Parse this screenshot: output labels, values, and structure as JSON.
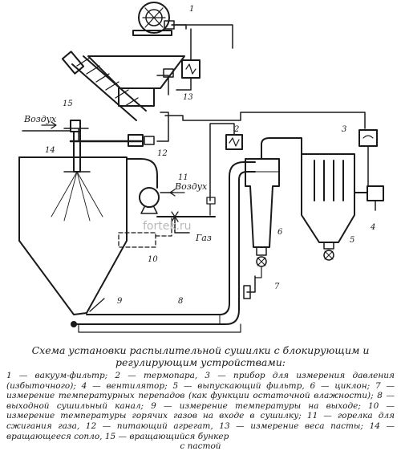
{
  "labels": {
    "air_in_left": "Воздух",
    "air_in_burner": "Воздух",
    "gas": "Газ",
    "watermark": "fortek.ru"
  },
  "callouts": {
    "n1": "1",
    "n2": "2",
    "n3": "3",
    "n4": "4",
    "n5": "5",
    "n6": "6",
    "n7": "7",
    "n8": "8",
    "n9": "9",
    "n10": "10",
    "n11": "11",
    "n12": "12",
    "n13": "13",
    "n14": "14",
    "n15": "15"
  },
  "caption": {
    "title": "Схема установки распылительной сушилки с блокирующим и регулирующим устройствами:",
    "legend": "1 — вакуум-фильтр; 2 — термопара, 3 — прибор для измерения давления (избыточного); 4 — вентилятор; 5 — выпускающий фильтр, 6 — циклон; 7 — измерение температурных перепадов (как функции остаточной влажности); 8 — выходной сушильный канал; 9 — измерение температуры на выходе; 10 — измерение температуры горячих газов на входе в сушилку; 11 — горелка для сжигания газа, 12 — питающий агрегат, 13 — измерение веса пасты; 14 — вращающееся сопло, 15 — вращающийся бункер",
    "legend_last": "с пастой"
  }
}
